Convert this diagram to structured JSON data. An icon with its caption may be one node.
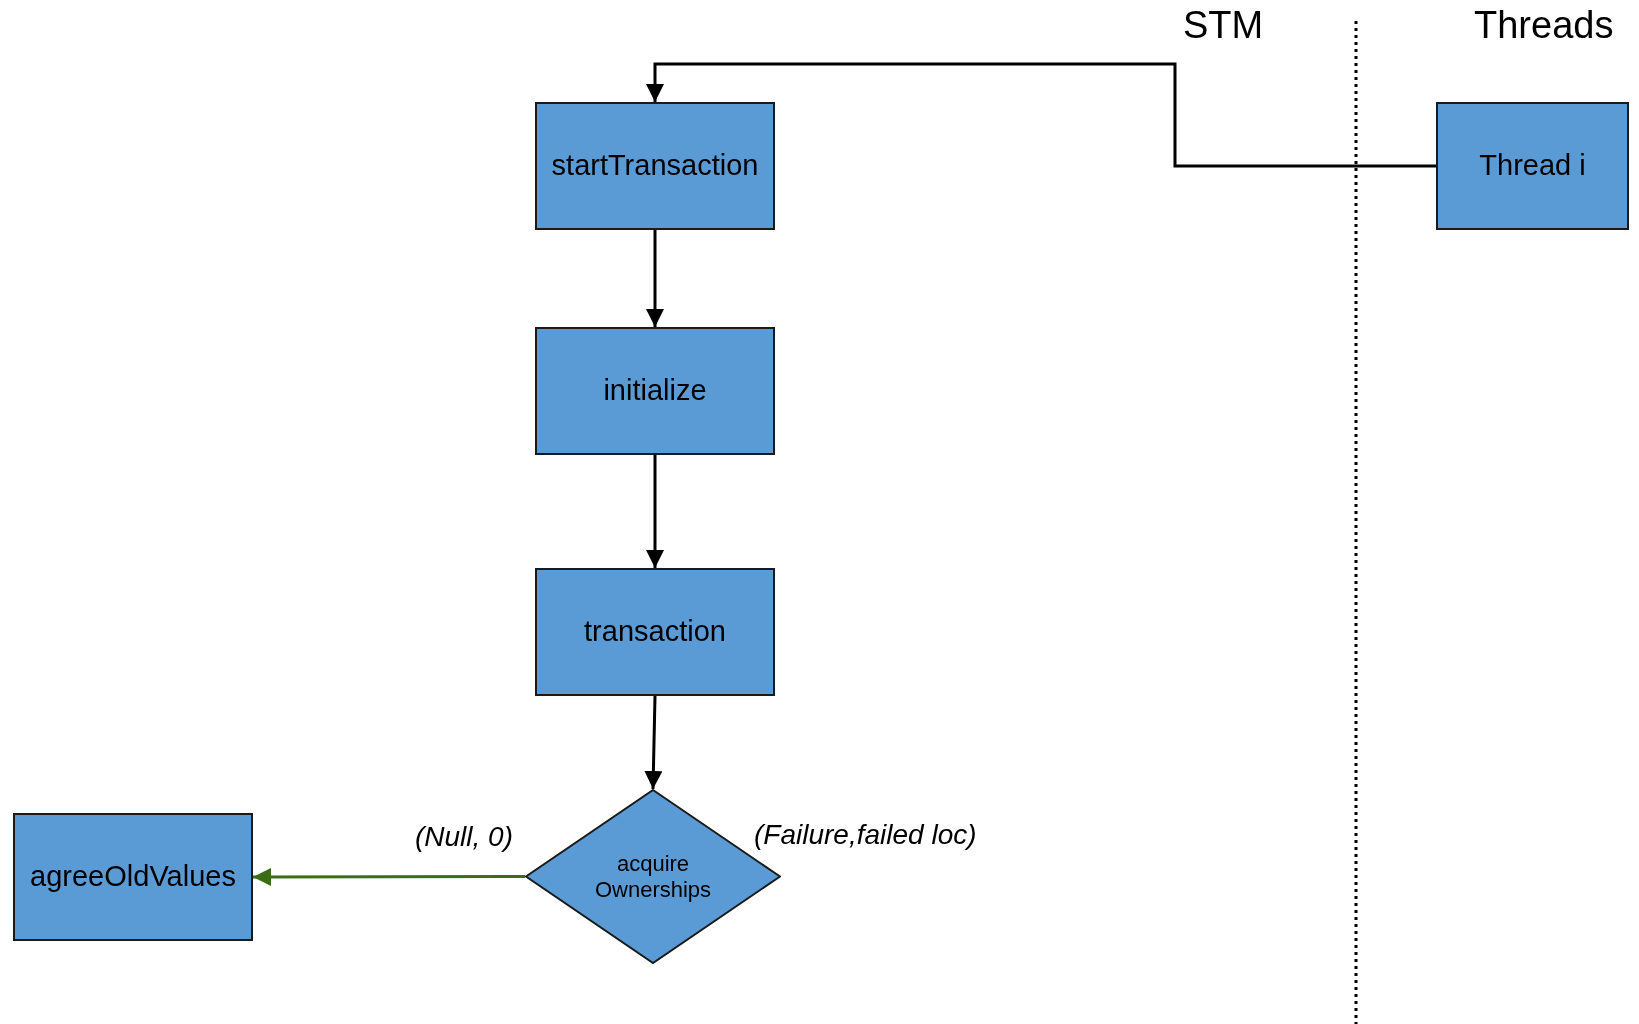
{
  "diagram": {
    "nodes": [
      {
        "text": [
          "startTransaction"
        ]
      },
      {
        "text": [
          "initialize"
        ]
      },
      {
        "text": [
          "transaction"
        ]
      },
      {
        "text": [
          "acquire Ownerships"
        ]
      },
      {
        "text": [
          "agreeOldValues"
        ]
      },
      {
        "text": [
          "Thread i"
        ]
      }
    ],
    "edges": [
      {
        "from": 5,
        "to": 0,
        "arrow": "to"
      },
      {
        "from": 0,
        "to": 1,
        "arrow": "to"
      },
      {
        "from": 1,
        "to": 2,
        "arrow": "to"
      },
      {
        "from": 2,
        "to": 3,
        "arrow": "to"
      },
      {
        "from": 3,
        "to": 4,
        "arrow": "to",
        "label": "(Null, 0)",
        "color": "#3b6e14"
      }
    ],
    "labels": [
      "STM",
      "Threads",
      "(Failure,failed loc)"
    ]
  }
}
